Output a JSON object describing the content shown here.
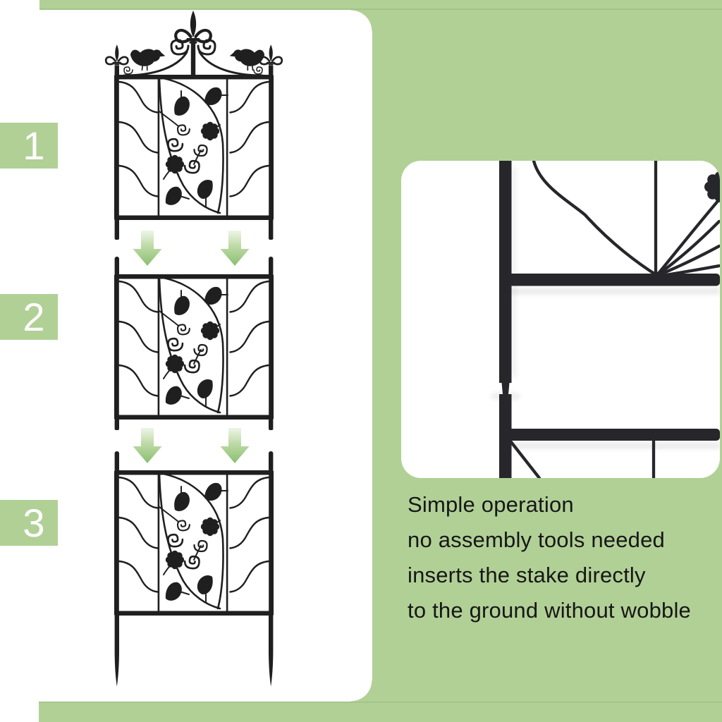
{
  "colors": {
    "green": "#b1d096",
    "arrowTop": "#eaf3e2",
    "arrowBottom": "#8abf70",
    "metal": "#1f1f1f",
    "photoMetal": "#26262b",
    "text": "#171717",
    "panelWhite": "#ffffff"
  },
  "steps": [
    {
      "number": "1",
      "illustration": "trellis-top-section-with-birds-and-finials"
    },
    {
      "number": "2",
      "illustration": "trellis-middle-section"
    },
    {
      "number": "3",
      "illustration": "trellis-bottom-section-with-ground-stakes"
    }
  ],
  "connector": {
    "icon": "down-arrow-icon"
  },
  "detail_photos": {
    "top": "panel-corner-joint-photo",
    "bottom": "stake-socket-joint-photo"
  },
  "description": {
    "lines": [
      "Simple operation",
      "no assembly tools needed",
      "inserts the stake directly",
      "to the ground without wobble"
    ]
  }
}
